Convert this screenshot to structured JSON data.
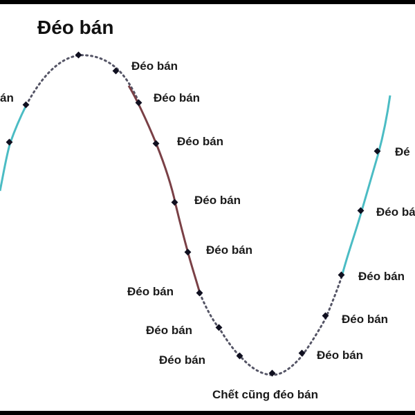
{
  "meme": {
    "title": "Đéo bán",
    "labels": [
      "án",
      "Đéo bán",
      "Đéo bán",
      "Đéo bán",
      "Đéo bán",
      "Đéo bán",
      "Đéo bán",
      "Đéo bán",
      "Đéo bán",
      "Chết cũng đéo bán",
      "Đéo bán",
      "Đéo bán",
      "Đéo bán",
      "Đéo bán",
      "Đé"
    ],
    "colors": {
      "teal": "#4bbcc4",
      "brown": "#7a4046",
      "dots": "#555566",
      "marker": "#101020"
    }
  }
}
